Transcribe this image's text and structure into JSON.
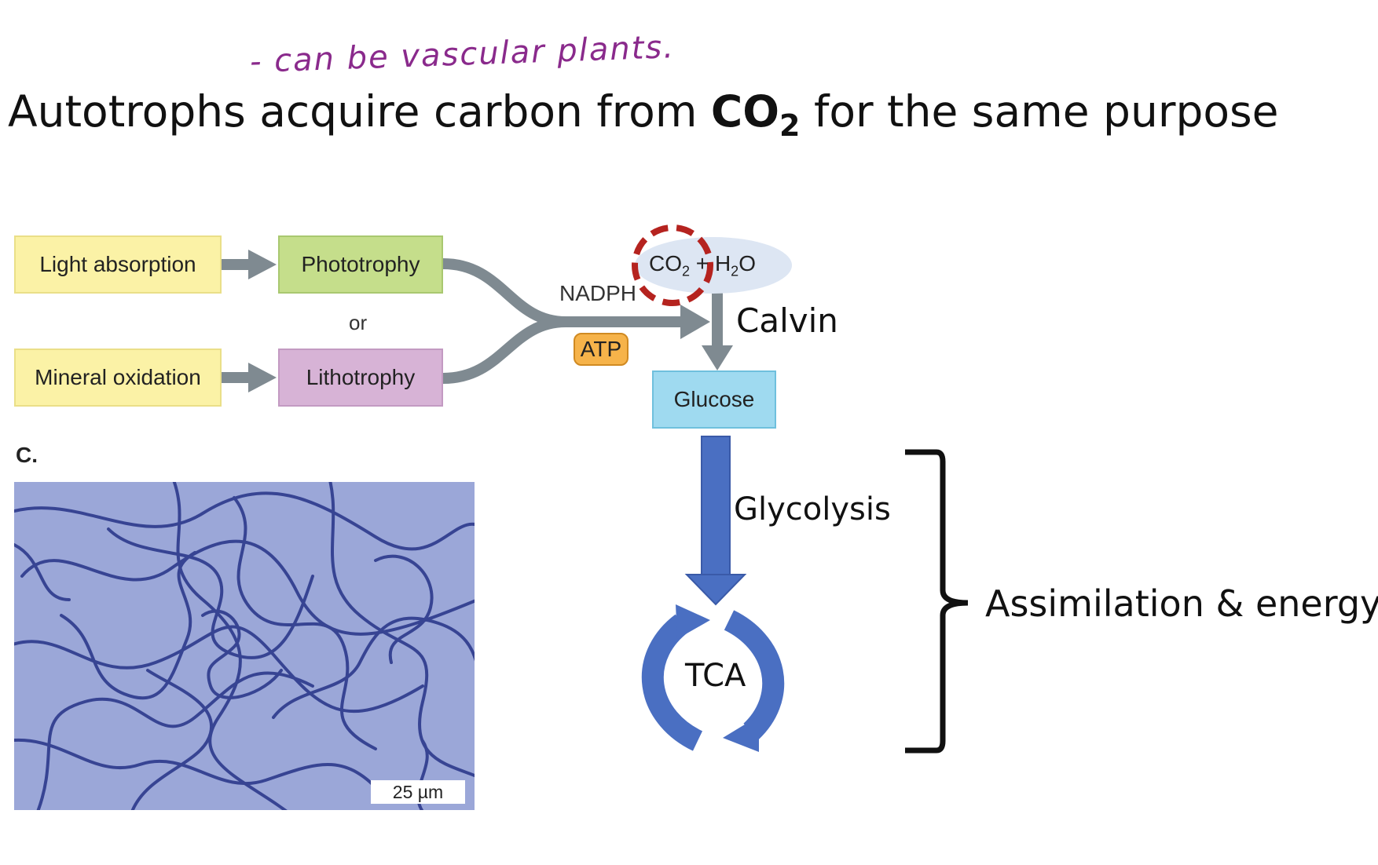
{
  "annotation": {
    "handwritten_note": "- can be vascular plants."
  },
  "slide": {
    "title_prefix": "Autotrophs acquire carbon from ",
    "title_co": "CO",
    "title_sub": "2",
    "title_suffix": " for the same purpose"
  },
  "diagram": {
    "light_absorption": "Light absorption",
    "phototrophy": "Phototrophy",
    "or_label": "or",
    "mineral_oxidation": "Mineral oxidation",
    "lithotrophy": "Lithotrophy",
    "nadph": "NADPH",
    "atp": "ATP",
    "co2_prefix": "CO",
    "co2_sub": "2",
    "plus": "+",
    "h2o_prefix": "H",
    "h2o_sub": "2",
    "h2o_suffix": "O",
    "calvin": "Calvin",
    "glucose": "Glucose",
    "glycolysis": "Glycolysis",
    "tca": "TCA",
    "assimilation": "Assimilation & energy"
  },
  "figure": {
    "panel_label": "C.",
    "scale_bar": "25 µm"
  },
  "colors": {
    "light_box": "#fbf2a6",
    "phototrophy_box": "#c5de8b",
    "lithotrophy_box": "#d7b3d6",
    "glucose_box": "#9fdaf0",
    "atp_badge": "#f6b34a",
    "gray_arrow": "#7f8a91",
    "blue_arrow": "#4a6fc2",
    "highlight_ring": "#b5231f",
    "handwriting": "#8a2a8c"
  }
}
